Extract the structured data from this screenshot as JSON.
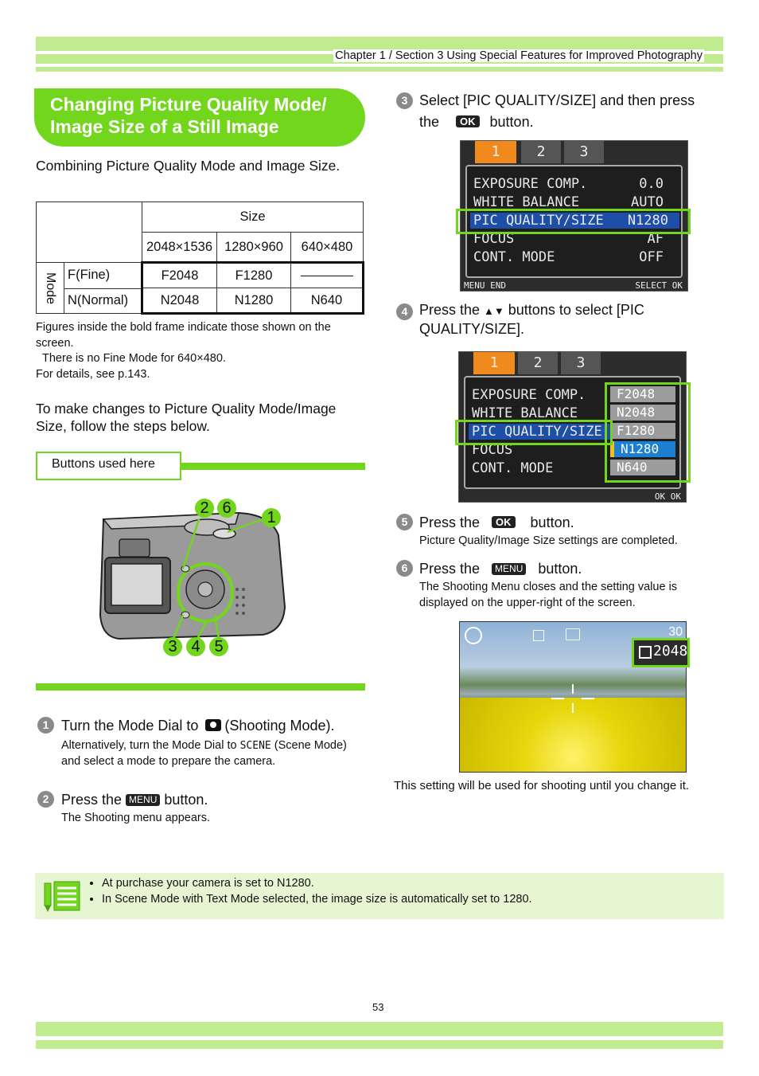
{
  "header": {
    "chapter": "Chapter 1 / Section 3  Using Special Features for Improved Photography"
  },
  "title": {
    "line1": "Changing Picture Quality Mode/",
    "line2": "Image Size of a Still Image"
  },
  "intro": "Combining Picture Quality Mode and Image Size.",
  "table": {
    "size_label": "Size",
    "mode_label": "Mode",
    "columns": [
      "2048×1536",
      "1280×960",
      "640×480"
    ],
    "rows": [
      {
        "label": "F(Fine)",
        "values": [
          "F2048",
          "F1280",
          ""
        ]
      },
      {
        "label": "N(Normal)",
        "values": [
          "N2048",
          "N1280",
          "N640"
        ]
      }
    ]
  },
  "notes": {
    "line1": "Figures inside the bold frame indicate those shown on the screen.",
    "line2": "There is no Fine Mode for 640×480.",
    "line3": "For details, see p.143."
  },
  "instruction": "To make changes to Picture Quality Mode/Image Size, follow the steps below.",
  "buttons_used": "Buttons used here",
  "camera_callouts": {
    "top_left": "2 6",
    "top_right": "1",
    "bottom": "3 4 5"
  },
  "steps": [
    {
      "num": "1",
      "title_a": "Turn the Mode Dial to ",
      "title_b": "(Shooting Mode).",
      "desc_a": "Alternatively, turn the Mode Dial to ",
      "scene": "SCENE",
      "desc_b": " (Scene Mode) and select a mode to prepare the camera."
    },
    {
      "num": "2",
      "title_a": "Press the ",
      "btn": "MENU",
      "title_b": " button.",
      "desc": "The Shooting menu appears."
    },
    {
      "num": "3",
      "title_a": "Select  [PIC QUALITY/SIZE] and then press",
      "title_b": "the ",
      "btn": "OK",
      "title_c": " button."
    },
    {
      "num": "4",
      "title_a": "Press the ",
      "arrows": "▲▼",
      "title_b": " buttons to select [PIC QUALITY/SIZE]."
    },
    {
      "num": "5",
      "title_a": "Press the ",
      "btn": "OK",
      "title_b": " button.",
      "desc": "Picture Quality/Image Size settings are completed."
    },
    {
      "num": "6",
      "title_a": "Press the ",
      "btn": "MENU",
      "title_b": " button.",
      "desc": "The Shooting Menu closes and the setting value is displayed on the upper-right of the screen."
    }
  ],
  "screen1": {
    "tabs": [
      "1",
      "2",
      "3"
    ],
    "items": [
      {
        "label": "EXPOSURE COMP.",
        "value": "0.0"
      },
      {
        "label": "WHITE BALANCE",
        "value": "AUTO"
      },
      {
        "label": "PIC QUALITY/SIZE",
        "value": "N1280"
      },
      {
        "label": "FOCUS",
        "value": "AF"
      },
      {
        "label": "CONT. MODE",
        "value": "OFF"
      }
    ],
    "footer_left": "MENU END",
    "footer_right": "SELECT OK"
  },
  "screen2": {
    "tabs": [
      "1",
      "2",
      "3"
    ],
    "items": [
      "EXPOSURE COMP.",
      "WHITE BALANCE",
      "PIC QUALITY/SIZE",
      "FOCUS",
      "CONT. MODE"
    ],
    "options": [
      "F2048",
      "N2048",
      "F1280",
      "N1280",
      "N640"
    ],
    "footer_right": "OK OK"
  },
  "screen3": {
    "count": "30",
    "size": "2048"
  },
  "closing": "This setting will be used for shooting until you change it.",
  "memo": [
    "At purchase your camera is set to N1280.",
    "In Scene Mode with Text Mode selected, the image size is automatically set to 1280."
  ],
  "page_number": "53",
  "colors": {
    "accent": "#72d61c",
    "band": "#c0eb8e",
    "memo_bg": "#e6f5d2"
  }
}
